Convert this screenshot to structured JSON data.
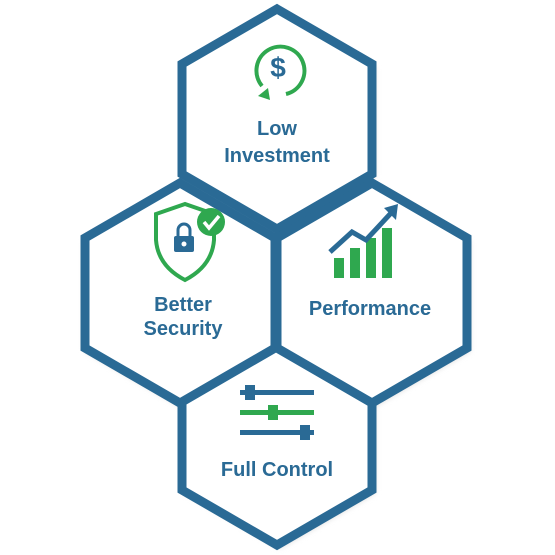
{
  "colors": {
    "hex_border": "#2a6a95",
    "hex_fill": "#ffffff",
    "shadow": "#d4d4d4",
    "icon_green": "#2fa84f",
    "icon_blue": "#2a6a95"
  },
  "hexagons": [
    {
      "id": "low-investment",
      "label_lines": [
        "Low",
        "Investment"
      ],
      "icon": "dollar-cycle-icon"
    },
    {
      "id": "better-security",
      "label_lines": [
        "Better",
        "Security"
      ],
      "icon": "shield-lock-check-icon"
    },
    {
      "id": "performance",
      "label_lines": [
        "Performance"
      ],
      "icon": "growth-chart-icon"
    },
    {
      "id": "full-control",
      "label_lines": [
        "Full Control"
      ],
      "icon": "sliders-icon"
    }
  ]
}
